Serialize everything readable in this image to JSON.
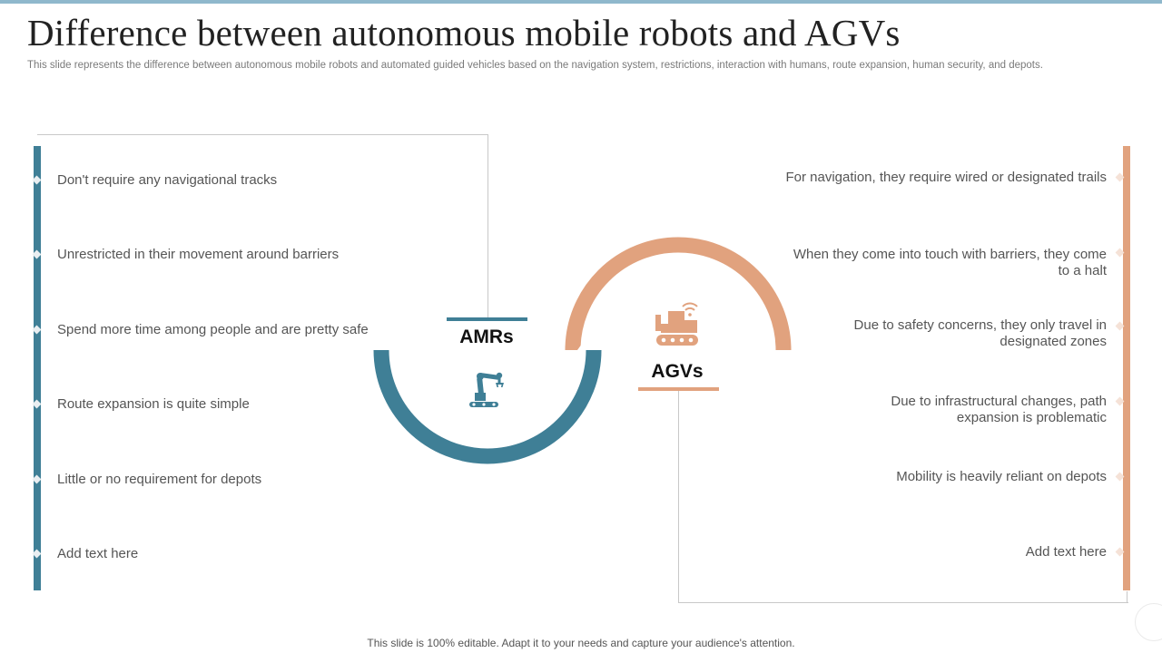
{
  "slide": {
    "title": "Difference between autonomous mobile robots and AGVs",
    "subtitle": "This slide represents the difference between autonomous mobile robots and automated guided vehicles based on the navigation system, restrictions, interaction with humans, route expansion, human security, and depots.",
    "footer": "This slide is 100% editable. Adapt it to your needs and capture your audience's attention."
  },
  "colors": {
    "amrs": "#3f7f96",
    "agvs": "#e1a27e",
    "frame": "#c8c8c8"
  },
  "amrs": {
    "label": "AMRs",
    "icon": "robot-arm-icon",
    "points": [
      "Don't require any navigational tracks",
      "Unrestricted in their movement around barriers",
      "Spend more time among people and are pretty safe",
      "Route expansion is quite simple",
      "Little or no requirement for depots",
      "Add text here"
    ]
  },
  "agvs": {
    "label": "AGVs",
    "icon": "guided-vehicle-icon",
    "points": [
      "For navigation, they require wired or designated trails",
      "When they come into touch with barriers, they come to a halt",
      "Due to safety concerns, they only travel in designated zones",
      "Due to infrastructural changes, path expansion is problematic",
      "Mobility is heavily reliant on depots",
      "Add text here"
    ]
  }
}
